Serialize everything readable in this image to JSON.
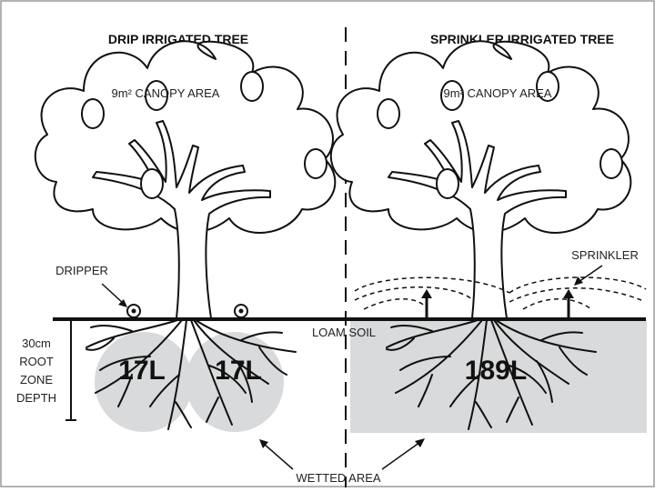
{
  "left_panel": {
    "title": "DRIP IRRIGATED TREE",
    "canopy_label": "9m² CANOPY AREA",
    "dripper_label": "DRIPPER",
    "volume_left": "17L",
    "volume_right": "17L"
  },
  "right_panel": {
    "title": "SPRINKLER IRRIGATED TREE",
    "canopy_label": "9m² CANOPY AREA",
    "sprinkler_label": "SPRINKLER",
    "volume": "189L"
  },
  "soil_label": "LOAM SOIL",
  "root_zone_label": [
    "30cm",
    "ROOT",
    "ZONE",
    "DEPTH"
  ],
  "wetted_area_label": "WETTED AREA",
  "colors": {
    "wetted": "#d9dadb",
    "ink": "#111111",
    "frame": "#9a9a9a"
  }
}
